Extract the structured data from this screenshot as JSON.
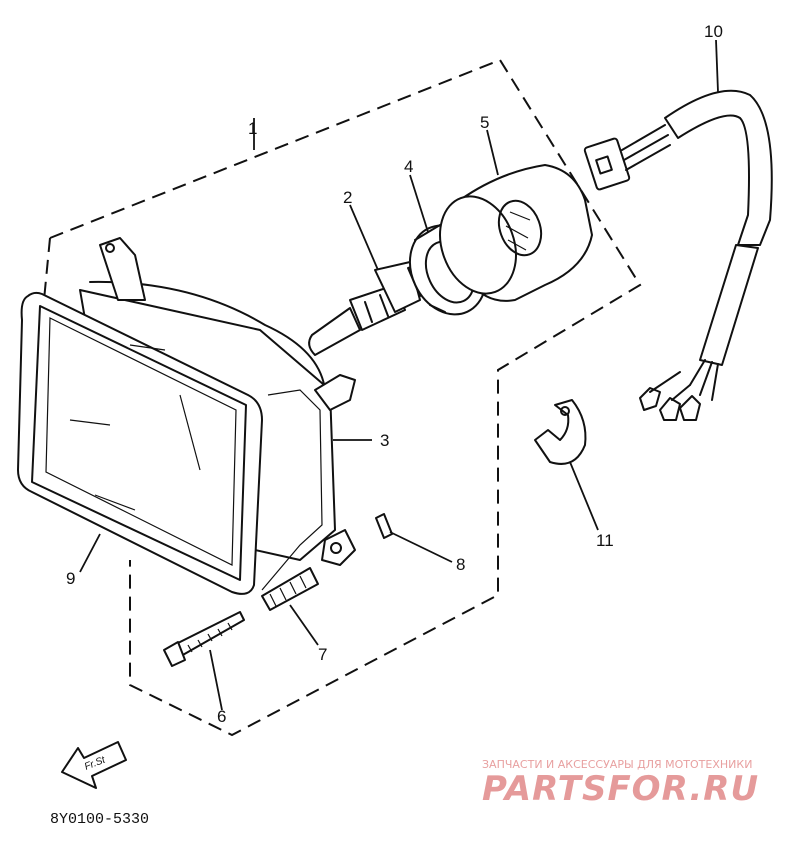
{
  "callouts": {
    "c1": "1",
    "c2": "2",
    "c3": "3",
    "c4": "4",
    "c5": "5",
    "c6": "6",
    "c7": "7",
    "c8": "8",
    "c9": "9",
    "c10": "10",
    "c11": "11"
  },
  "front_arrow_label": "Fr.St",
  "diagram_code": "8Y0100-5330",
  "watermark": {
    "tagline": "ЗАПЧАСТИ И АКСЕССУАРЫ ДЛЯ МОТОТЕХНИКИ",
    "brand": "PARTSFOR.RU"
  },
  "colors": {
    "ink": "#111111",
    "watermark": "#e59a9a"
  }
}
